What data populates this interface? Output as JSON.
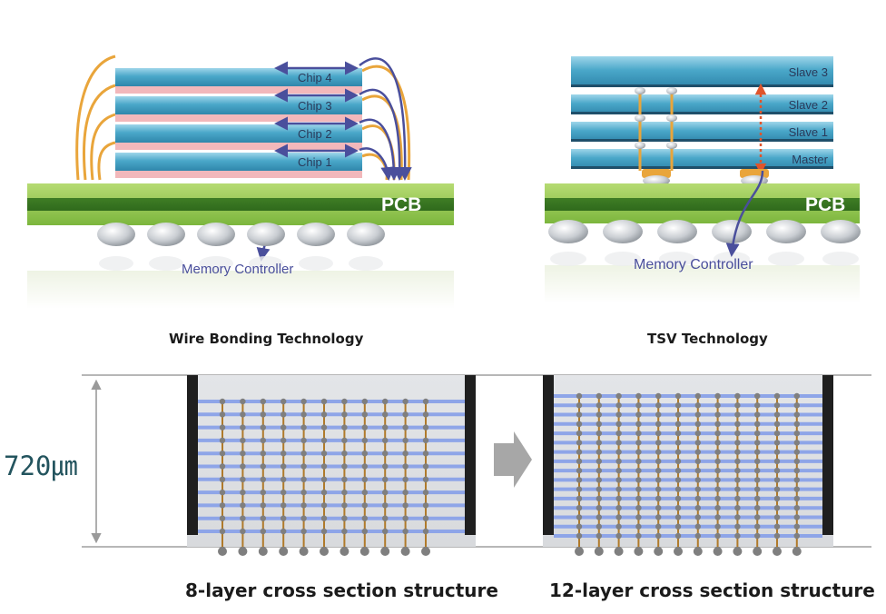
{
  "wire_bonding": {
    "caption": "Wire Bonding Technology",
    "chips": [
      "Chip 4",
      "Chip 3",
      "Chip 2",
      "Chip 1"
    ],
    "pcb_label": "PCB",
    "controller_label": "Memory Controller"
  },
  "tsv": {
    "caption": "TSV Technology",
    "dies": [
      "Slave 3",
      "Slave 2",
      "Slave 1",
      "Master"
    ],
    "pcb_label": "PCB",
    "controller_label": "Memory Controller"
  },
  "cross_section": {
    "thickness_label": "720㎛",
    "left_caption": "8-layer cross section structure",
    "right_caption": "12-layer cross section structure"
  },
  "colors": {
    "chip_blue": "#4aa7c9",
    "spacer_pink": "#f2b8bb",
    "pcb_green": "#7cb63d",
    "wire_orange": "#e9a53b",
    "signal_arrow": "#4a4f9c",
    "tsv_red": "#e0552b",
    "layer_blue": "#8ea5e8",
    "via_brown": "#b07a2a"
  }
}
